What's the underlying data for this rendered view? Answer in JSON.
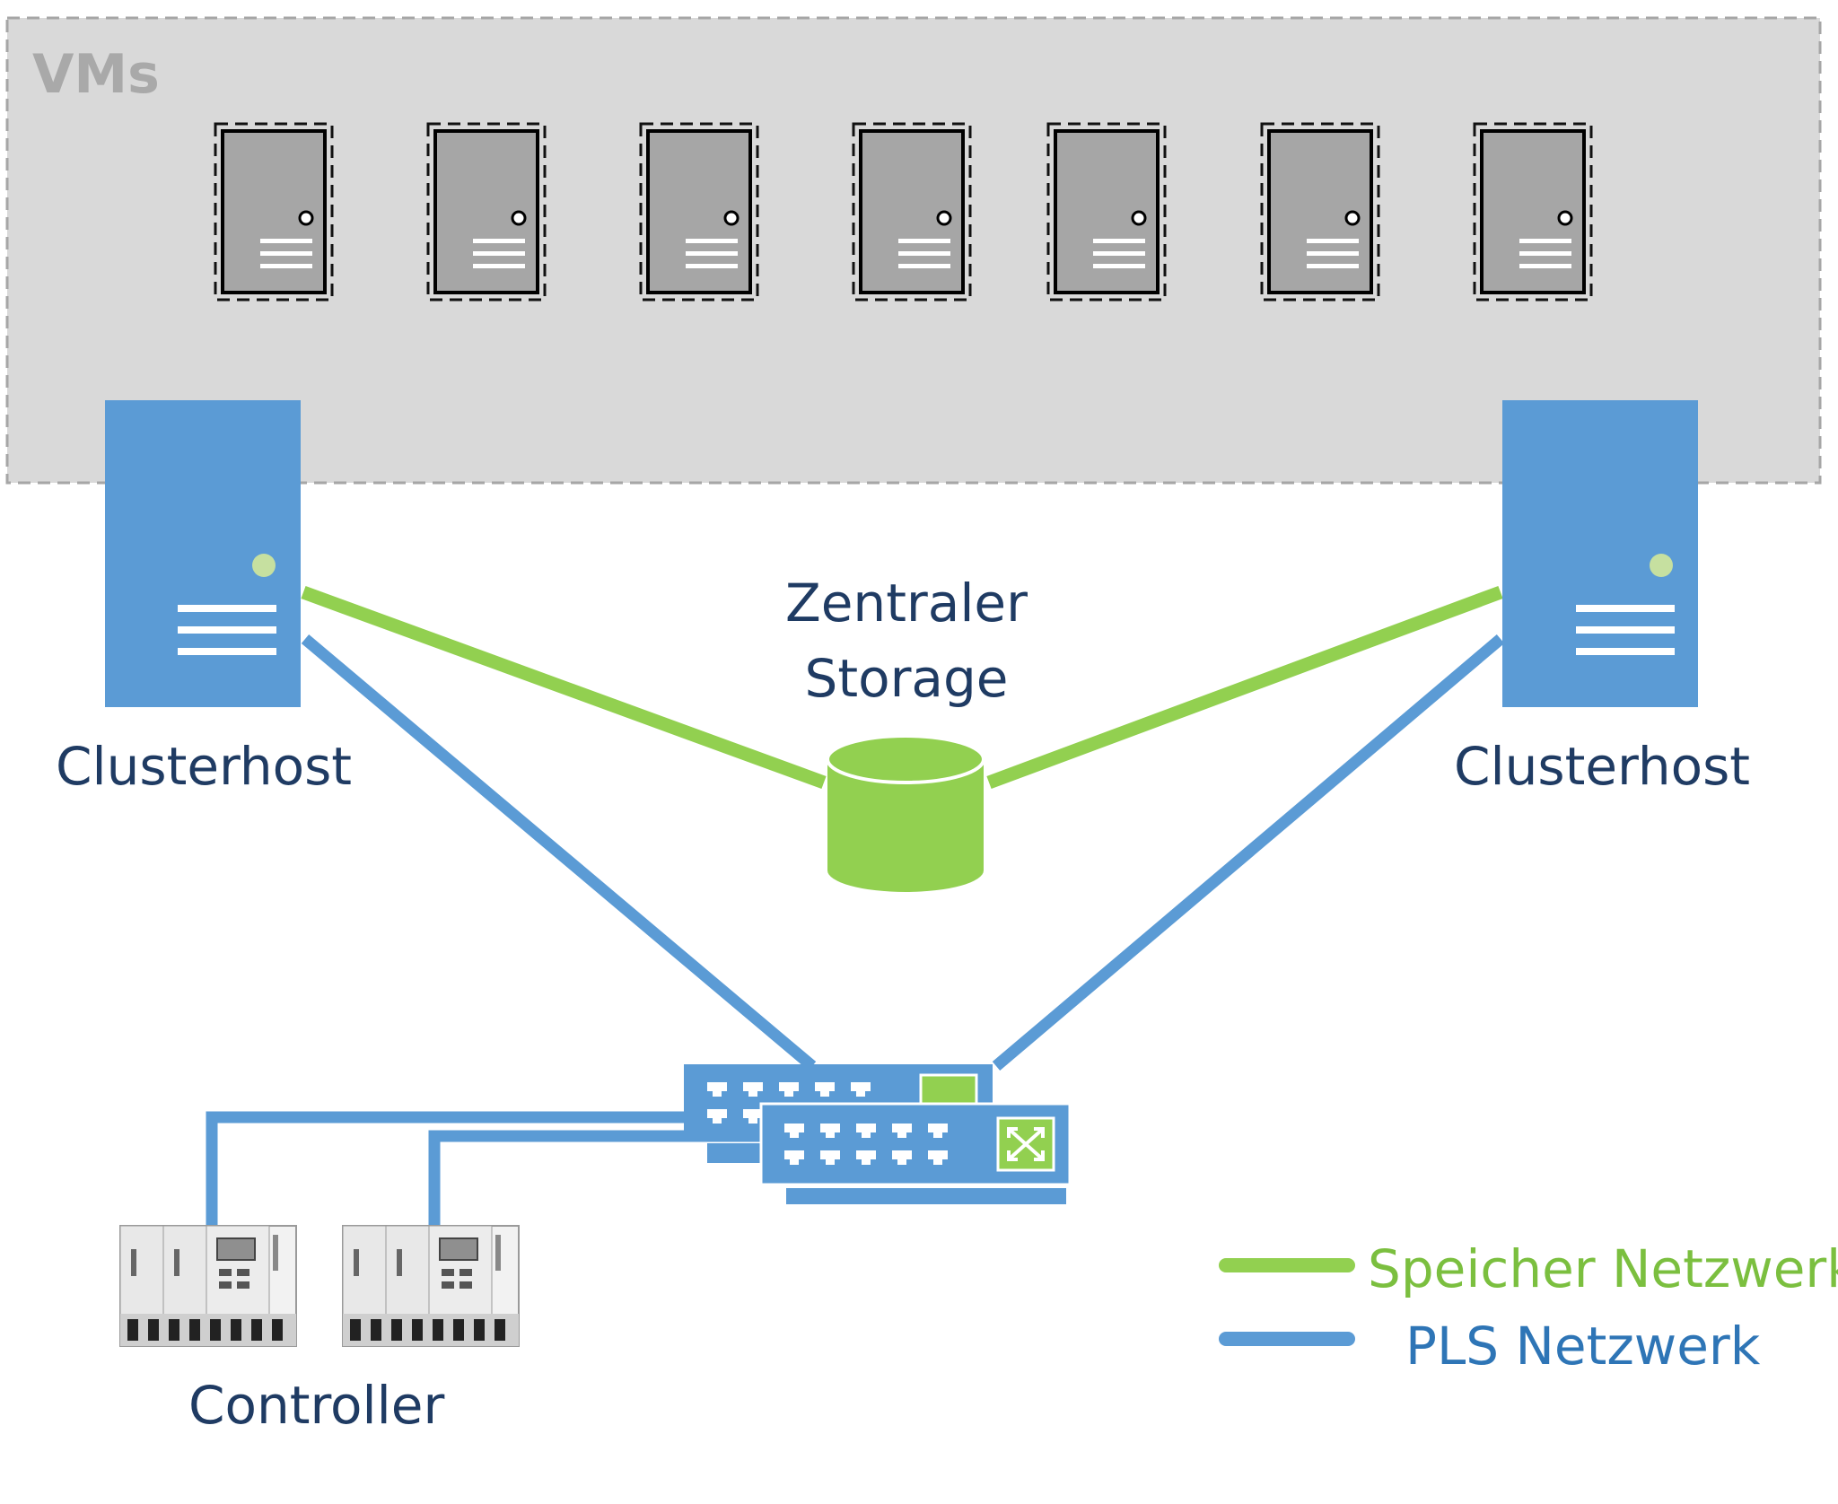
{
  "vms": {
    "title": "VMs",
    "count": 7
  },
  "hosts": {
    "left_label": "Clusterhost",
    "right_label": "Clusterhost"
  },
  "storage": {
    "line1": "Zentraler",
    "line2": "Storage"
  },
  "controllers": {
    "label": "Controller"
  },
  "legend": {
    "storage_network": "Speicher Netzwerk",
    "pls_network": "PLS Netzwerk"
  },
  "colors": {
    "storage_network": "#92d050",
    "pls_network": "#5b9bd5",
    "host": "#5b9bd5",
    "vm_panel": "#d9d9d9",
    "label_text": "#1f3b63"
  },
  "icons": [
    "vm-server-icon",
    "clusterhost-server-icon",
    "storage-cylinder-icon",
    "network-switch-icon",
    "controller-device-icon"
  ]
}
